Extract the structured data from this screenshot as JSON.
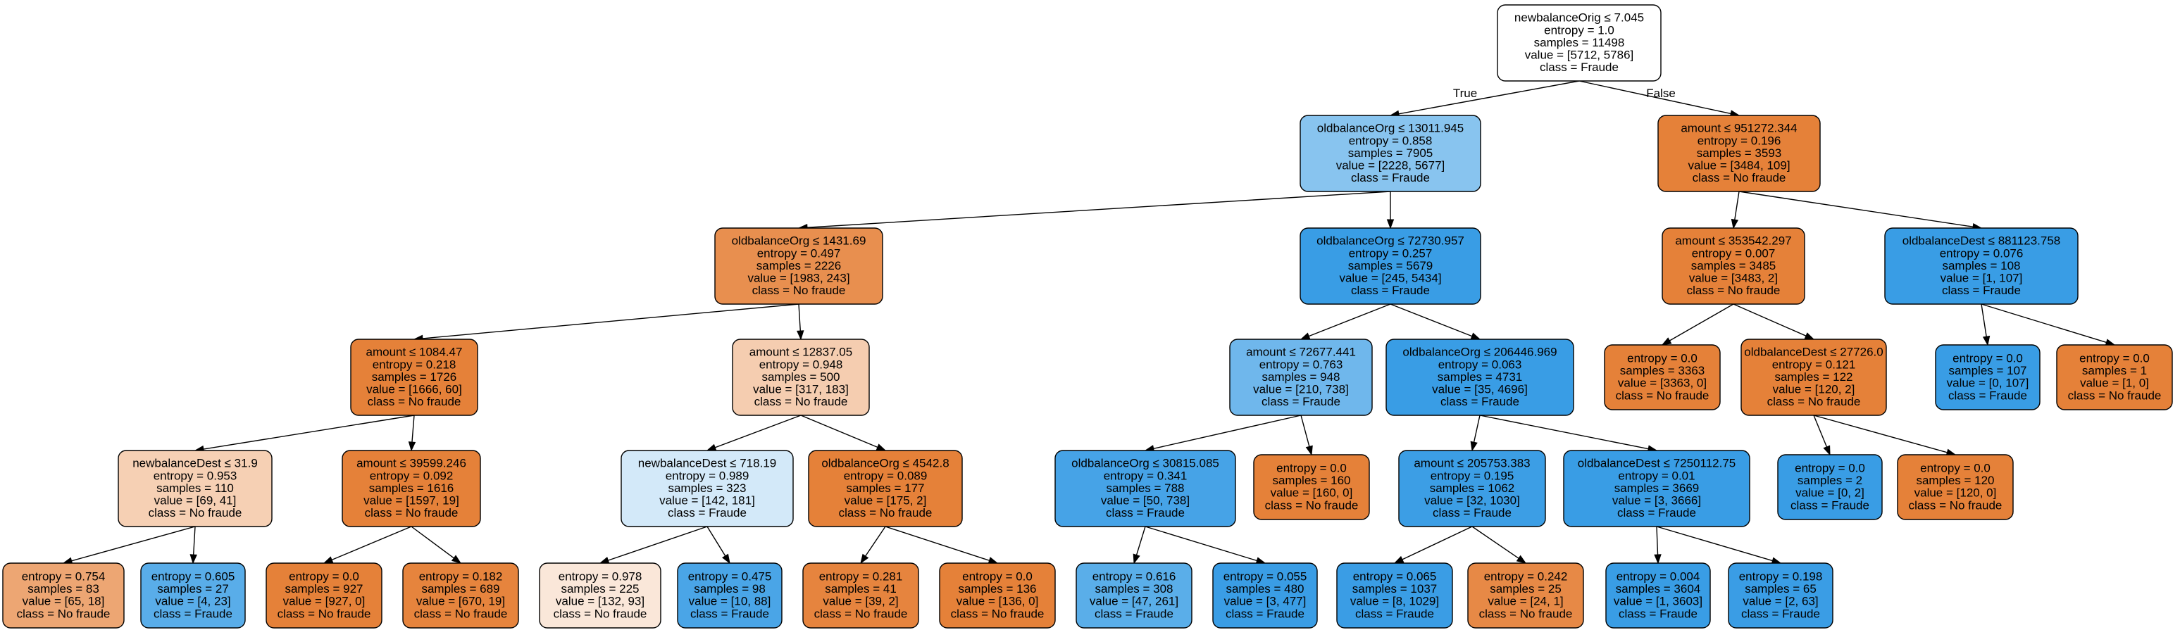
{
  "tree": {
    "colors": {
      "fraude_strong": "#399de5",
      "fraude_light": "#d2e8f9",
      "no_fraude_strong": "#e58139",
      "no_fraude_light": "#f8ddca",
      "neutral": "#ffffff"
    },
    "nodes": [
      {
        "id": "n0",
        "fill": "#ffffff",
        "lines": [
          "newbalanceOrig ≤ 7.045",
          "entropy = 1.0",
          "samples = 11498",
          "value = [5712, 5786]",
          "class = Fraude"
        ]
      },
      {
        "id": "n1",
        "fill": "#88c4ef",
        "lines": [
          "oldbalanceOrg ≤ 13011.945",
          "entropy = 0.858",
          "samples = 7905",
          "value = [2228, 5677]",
          "class = Fraude"
        ]
      },
      {
        "id": "n2",
        "fill": "#e58139",
        "lines": [
          "amount ≤ 951272.344",
          "entropy = 0.196",
          "samples = 3593",
          "value = [3484, 109]",
          "class = No fraude"
        ]
      },
      {
        "id": "n3",
        "fill": "#e88f4f",
        "lines": [
          "oldbalanceOrg ≤ 1431.69",
          "entropy = 0.497",
          "samples = 2226",
          "value = [1983, 243]",
          "class = No fraude"
        ]
      },
      {
        "id": "n4",
        "fill": "#399de5",
        "lines": [
          "oldbalanceOrg ≤ 72730.957",
          "entropy = 0.257",
          "samples = 5679",
          "value = [245, 5434]",
          "class = Fraude"
        ]
      },
      {
        "id": "n5",
        "fill": "#e58139",
        "lines": [
          "amount ≤ 353542.297",
          "entropy = 0.007",
          "samples = 3485",
          "value = [3483, 2]",
          "class = No fraude"
        ]
      },
      {
        "id": "n6",
        "fill": "#399de5",
        "lines": [
          "oldbalanceDest ≤ 881123.758",
          "entropy = 0.076",
          "samples = 108",
          "value = [1, 107]",
          "class = Fraude"
        ]
      },
      {
        "id": "n7",
        "fill": "#e58139",
        "lines": [
          "amount ≤ 1084.47",
          "entropy = 0.218",
          "samples = 1726",
          "value = [1666, 60]",
          "class = No fraude"
        ]
      },
      {
        "id": "n8",
        "fill": "#f5cdb0",
        "lines": [
          "amount ≤ 12837.05",
          "entropy = 0.948",
          "samples = 500",
          "value = [317, 183]",
          "class = No fraude"
        ]
      },
      {
        "id": "n9",
        "fill": "#6fb7ec",
        "lines": [
          "amount ≤ 72677.441",
          "entropy = 0.763",
          "samples = 948",
          "value = [210, 738]",
          "class = Fraude"
        ]
      },
      {
        "id": "n10",
        "fill": "#399de5",
        "lines": [
          "oldbalanceOrg ≤ 206446.969",
          "entropy = 0.063",
          "samples = 4731",
          "value = [35, 4696]",
          "class = Fraude"
        ]
      },
      {
        "id": "n11",
        "fill": "#e58139",
        "lines": [
          "entropy = 0.0",
          "samples = 3363",
          "value = [3363, 0]",
          "class = No fraude"
        ]
      },
      {
        "id": "n12",
        "fill": "#e58139",
        "lines": [
          "oldbalanceDest ≤ 27726.0",
          "entropy = 0.121",
          "samples = 122",
          "value = [120, 2]",
          "class = No fraude"
        ]
      },
      {
        "id": "n13",
        "fill": "#399de5",
        "lines": [
          "entropy = 0.0",
          "samples = 107",
          "value = [0, 107]",
          "class = Fraude"
        ]
      },
      {
        "id": "n14",
        "fill": "#e58139",
        "lines": [
          "entropy = 0.0",
          "samples = 1",
          "value = [1, 0]",
          "class = No fraude"
        ]
      },
      {
        "id": "n15",
        "fill": "#f6d0b4",
        "lines": [
          "newbalanceDest ≤ 31.9",
          "entropy = 0.953",
          "samples = 110",
          "value = [69, 41]",
          "class = No fraude"
        ]
      },
      {
        "id": "n16",
        "fill": "#e58139",
        "lines": [
          "amount ≤ 39599.246",
          "entropy = 0.092",
          "samples = 1616",
          "value = [1597, 19]",
          "class = No fraude"
        ]
      },
      {
        "id": "n17",
        "fill": "#d3e9f9",
        "lines": [
          "newbalanceDest ≤ 718.19",
          "entropy = 0.989",
          "samples = 323",
          "value = [142, 181]",
          "class = Fraude"
        ]
      },
      {
        "id": "n18",
        "fill": "#e58139",
        "lines": [
          "oldbalanceOrg ≤ 4542.8",
          "entropy = 0.089",
          "samples = 177",
          "value = [175, 2]",
          "class = No fraude"
        ]
      },
      {
        "id": "n19",
        "fill": "#46a3e7",
        "lines": [
          "oldbalanceOrg ≤ 30815.085",
          "entropy = 0.341",
          "samples = 788",
          "value = [50, 738]",
          "class = Fraude"
        ]
      },
      {
        "id": "n20",
        "fill": "#e58139",
        "lines": [
          "entropy = 0.0",
          "samples = 160",
          "value = [160, 0]",
          "class = No fraude"
        ]
      },
      {
        "id": "n21",
        "fill": "#3c9ee5",
        "lines": [
          "amount ≤ 205753.383",
          "entropy = 0.195",
          "samples = 1062",
          "value = [32, 1030]",
          "class = Fraude"
        ]
      },
      {
        "id": "n22",
        "fill": "#399de5",
        "lines": [
          "oldbalanceDest ≤ 7250112.75",
          "entropy = 0.01",
          "samples = 3669",
          "value = [3, 3666]",
          "class = Fraude"
        ]
      },
      {
        "id": "n23",
        "fill": "#399de5",
        "lines": [
          "entropy = 0.0",
          "samples = 2",
          "value = [0, 2]",
          "class = Fraude"
        ]
      },
      {
        "id": "n24",
        "fill": "#e58139",
        "lines": [
          "entropy = 0.0",
          "samples = 120",
          "value = [120, 0]",
          "class = No fraude"
        ]
      },
      {
        "id": "n25",
        "fill": "#eda673",
        "lines": [
          "entropy = 0.754",
          "samples = 83",
          "value = [65, 18]",
          "class = No fraude"
        ]
      },
      {
        "id": "n26",
        "fill": "#59ade9",
        "lines": [
          "entropy = 0.605",
          "samples = 27",
          "value = [4, 23]",
          "class = Fraude"
        ]
      },
      {
        "id": "n27",
        "fill": "#e58139",
        "lines": [
          "entropy = 0.0",
          "samples = 927",
          "value = [927, 0]",
          "class = No fraude"
        ]
      },
      {
        "id": "n28",
        "fill": "#e6843d",
        "lines": [
          "entropy = 0.182",
          "samples = 689",
          "value = [670, 19]",
          "class = No fraude"
        ]
      },
      {
        "id": "n29",
        "fill": "#fae7d9",
        "lines": [
          "entropy = 0.978",
          "samples = 225",
          "value = [132, 93]",
          "class = No fraude"
        ]
      },
      {
        "id": "n30",
        "fill": "#4aa5e7",
        "lines": [
          "entropy = 0.475",
          "samples = 98",
          "value = [10, 88]",
          "class = Fraude"
        ]
      },
      {
        "id": "n31",
        "fill": "#e6843e",
        "lines": [
          "entropy = 0.281",
          "samples = 41",
          "value = [39, 2]",
          "class = No fraude"
        ]
      },
      {
        "id": "n32",
        "fill": "#e58139",
        "lines": [
          "entropy = 0.0",
          "samples = 136",
          "value = [136, 0]",
          "class = No fraude"
        ]
      },
      {
        "id": "n33",
        "fill": "#5aaee9",
        "lines": [
          "entropy = 0.616",
          "samples = 308",
          "value = [47, 261]",
          "class = Fraude"
        ]
      },
      {
        "id": "n34",
        "fill": "#3a9de5",
        "lines": [
          "entropy = 0.055",
          "samples = 480",
          "value = [3, 477]",
          "class = Fraude"
        ]
      },
      {
        "id": "n35",
        "fill": "#3a9de5",
        "lines": [
          "entropy = 0.065",
          "samples = 1037",
          "value = [8, 1029]",
          "class = Fraude"
        ]
      },
      {
        "id": "n36",
        "fill": "#e78946",
        "lines": [
          "entropy = 0.242",
          "samples = 25",
          "value = [24, 1]",
          "class = No fraude"
        ]
      },
      {
        "id": "n37",
        "fill": "#399de5",
        "lines": [
          "entropy = 0.004",
          "samples = 3604",
          "value = [1, 3603]",
          "class = Fraude"
        ]
      },
      {
        "id": "n38",
        "fill": "#3a9de5",
        "lines": [
          "entropy = 0.198",
          "samples = 65",
          "value = [2, 63]",
          "class = Fraude"
        ]
      }
    ],
    "edges": [
      {
        "from": "n0",
        "to": "n1",
        "label": "True"
      },
      {
        "from": "n0",
        "to": "n2",
        "label": "False"
      },
      {
        "from": "n1",
        "to": "n3",
        "label": ""
      },
      {
        "from": "n1",
        "to": "n4",
        "label": ""
      },
      {
        "from": "n2",
        "to": "n5",
        "label": ""
      },
      {
        "from": "n2",
        "to": "n6",
        "label": ""
      },
      {
        "from": "n3",
        "to": "n7",
        "label": ""
      },
      {
        "from": "n3",
        "to": "n8",
        "label": ""
      },
      {
        "from": "n4",
        "to": "n9",
        "label": ""
      },
      {
        "from": "n4",
        "to": "n10",
        "label": ""
      },
      {
        "from": "n5",
        "to": "n11",
        "label": ""
      },
      {
        "from": "n5",
        "to": "n12",
        "label": ""
      },
      {
        "from": "n6",
        "to": "n13",
        "label": ""
      },
      {
        "from": "n6",
        "to": "n14",
        "label": ""
      },
      {
        "from": "n7",
        "to": "n15",
        "label": ""
      },
      {
        "from": "n7",
        "to": "n16",
        "label": ""
      },
      {
        "from": "n8",
        "to": "n17",
        "label": ""
      },
      {
        "from": "n8",
        "to": "n18",
        "label": ""
      },
      {
        "from": "n9",
        "to": "n19",
        "label": ""
      },
      {
        "from": "n9",
        "to": "n20",
        "label": ""
      },
      {
        "from": "n10",
        "to": "n21",
        "label": ""
      },
      {
        "from": "n10",
        "to": "n22",
        "label": ""
      },
      {
        "from": "n12",
        "to": "n23",
        "label": ""
      },
      {
        "from": "n12",
        "to": "n24",
        "label": ""
      },
      {
        "from": "n15",
        "to": "n25",
        "label": ""
      },
      {
        "from": "n15",
        "to": "n26",
        "label": ""
      },
      {
        "from": "n16",
        "to": "n27",
        "label": ""
      },
      {
        "from": "n16",
        "to": "n28",
        "label": ""
      },
      {
        "from": "n17",
        "to": "n29",
        "label": ""
      },
      {
        "from": "n17",
        "to": "n30",
        "label": ""
      },
      {
        "from": "n18",
        "to": "n31",
        "label": ""
      },
      {
        "from": "n18",
        "to": "n32",
        "label": ""
      },
      {
        "from": "n19",
        "to": "n33",
        "label": ""
      },
      {
        "from": "n19",
        "to": "n34",
        "label": ""
      },
      {
        "from": "n21",
        "to": "n35",
        "label": ""
      },
      {
        "from": "n21",
        "to": "n36",
        "label": ""
      },
      {
        "from": "n22",
        "to": "n37",
        "label": ""
      },
      {
        "from": "n22",
        "to": "n38",
        "label": ""
      }
    ]
  }
}
